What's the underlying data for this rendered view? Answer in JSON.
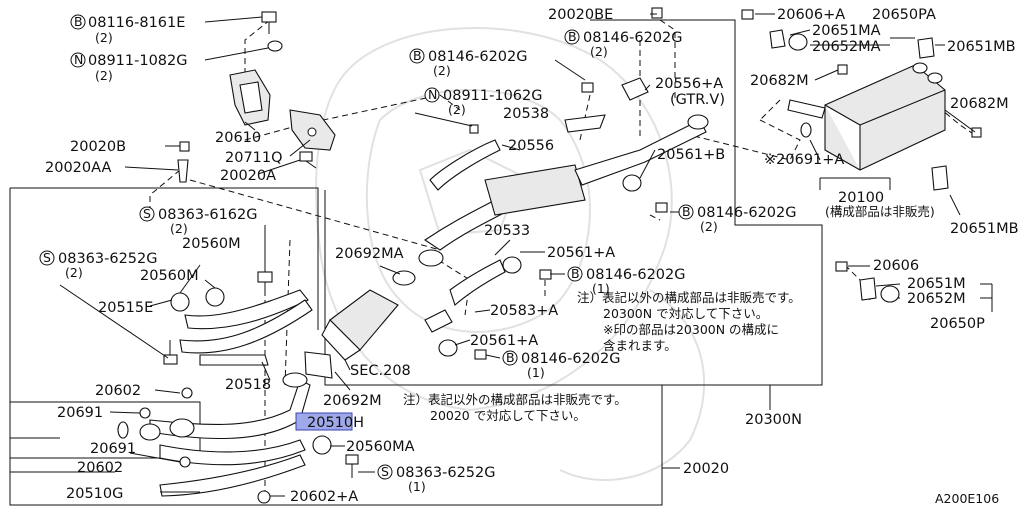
{
  "diagram_id": "A200E106",
  "labels": {
    "p_08116_8161E": "08116-8161E",
    "p_08116_qty": "(2)",
    "p_08911_1082G": "08911-1082G",
    "p_08911_1082G_qty": "(2)",
    "p_20610": "20610",
    "p_20711Q": "20711Q",
    "p_20020A": "20020A",
    "p_20020B": "20020B",
    "p_20020AA": "20020AA",
    "p_08363_6162G": "08363-6162G",
    "p_08363_6162G_qty": "(2)",
    "p_08363_6252G_top": "08363-6252G",
    "p_08363_6252G_top_qty": "(2)",
    "p_20560M_a": "20560M",
    "p_20560M_b": "20560M",
    "p_20515E": "20515E",
    "p_20518": "20518",
    "p_20602_a": "20602",
    "p_20691_a": "20691",
    "p_20691_b": "20691",
    "p_20602_b": "20602",
    "p_20510G": "20510G",
    "p_20602A": "20602+A",
    "p_08363_6252G_bot": "08363-6252G",
    "p_08363_6252G_bot_qty": "(1)",
    "p_20560MA": "20560MA",
    "p_20510H": "20510H",
    "p_20692M": "20692M",
    "p_20020": "20020",
    "p_20020BE": "20020BE",
    "p_08146_6202G_a": "08146-6202G",
    "p_08146_6202G_a_qty": "(2)",
    "p_08146_6202G_b": "08146-6202G",
    "p_08146_6202G_b_qty": "(2)",
    "p_20556A": "20556+A",
    "p_gtrv": "(GTR.V)",
    "p_08911_1062G": "08911-1062G",
    "p_08911_1062G_qty": "(2)",
    "p_20538": "20538",
    "p_20556": "20556",
    "p_20561B": "20561+B",
    "p_08146_6202G_c": "08146-6202G",
    "p_08146_6202G_c_qty": "(2)",
    "p_20692MA": "20692MA",
    "p_20533": "20533",
    "p_20561A_a": "20561+A",
    "p_08146_6202G_d": "08146-6202G",
    "p_08146_6202G_d_qty": "(1)",
    "p_20583A": "20583+A",
    "p_20561A_b": "20561+A",
    "p_08146_6202G_e": "08146-6202G",
    "p_08146_6202G_e_qty": "(1)",
    "p_sec208": "SEC.208",
    "p_20300N": "20300N",
    "p_20606A": "20606+A",
    "p_20650PA": "20650PA",
    "p_20651MA": "20651MA",
    "p_20652MA": "20652MA",
    "p_20651MB_a": "20651MB",
    "p_20682M_a": "20682M",
    "p_20682M_b": "20682M",
    "p_20691A": "※20691+A",
    "p_20100": "20100",
    "p_20100_note": "(構成部品は非販売)",
    "p_20651MB_b": "20651MB",
    "p_20606": "20606",
    "p_20651M": "20651M",
    "p_20652M": "20652M",
    "p_20650P": "20650P"
  },
  "notes": {
    "right_1": "注）表記以外の構成部品は非販売です。",
    "right_2": "20300N で対応して下さい。",
    "right_3": "※印の部品は20300N の構成に",
    "right_4": "含まれます。",
    "left_1": "注）表記以外の構成部品は非販売です。",
    "left_2": "20020 で対応して下さい。"
  },
  "prefix": {
    "bolt": "B",
    "nut": "N",
    "screw": "S"
  }
}
